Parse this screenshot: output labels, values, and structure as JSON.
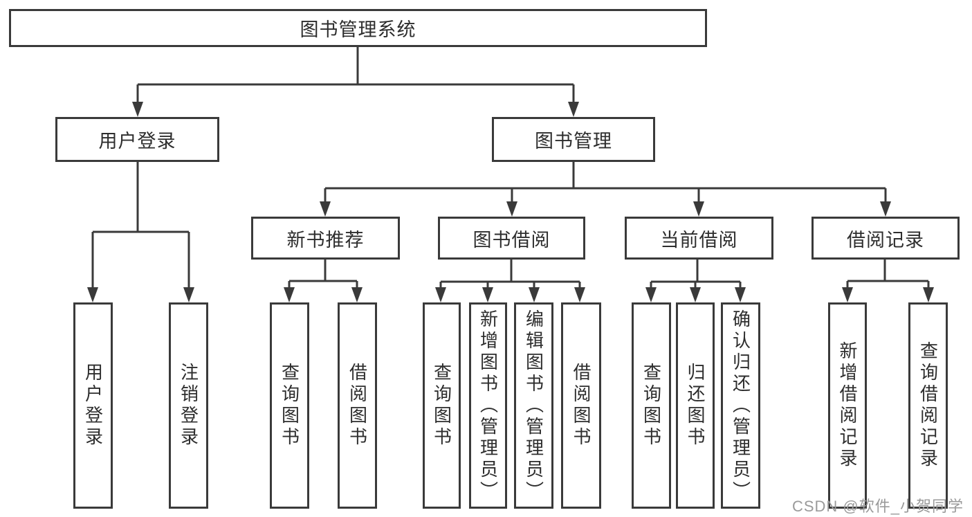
{
  "diagram": {
    "root": {
      "label": "图书管理系统"
    },
    "user_login": {
      "label": "用户登录",
      "children": [
        {
          "label": "用户登录"
        },
        {
          "label": "注销登录"
        }
      ]
    },
    "book_mgmt": {
      "label": "图书管理",
      "sections": [
        {
          "label": "新书推荐",
          "children": [
            {
              "label": "查询图书"
            },
            {
              "label": "借阅图书"
            }
          ]
        },
        {
          "label": "图书借阅",
          "children": [
            {
              "label": "查询图书"
            },
            {
              "label": "新增图书（管理员）"
            },
            {
              "label": "编辑图书（管理员）"
            },
            {
              "label": "借阅图书"
            }
          ]
        },
        {
          "label": "当前借阅",
          "children": [
            {
              "label": "查询图书"
            },
            {
              "label": "归还图书"
            },
            {
              "label": "确认归还（管理员）"
            }
          ]
        },
        {
          "label": "借阅记录",
          "children": [
            {
              "label": "新增借阅记录"
            },
            {
              "label": "查询借阅记录"
            }
          ]
        }
      ]
    }
  },
  "watermark": {
    "text": "CSDN @软件_小贺同学"
  },
  "colors": {
    "line": "#3a3a3a",
    "text": "#2d2d2d",
    "watermark": "#9a9a9a",
    "background": "#ffffff"
  }
}
